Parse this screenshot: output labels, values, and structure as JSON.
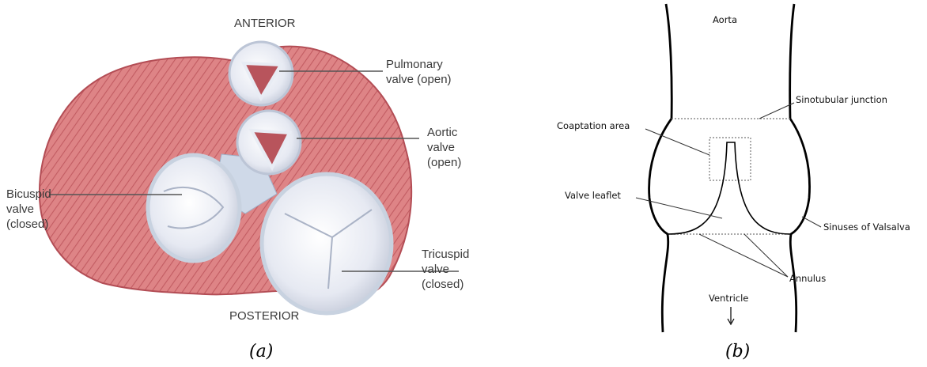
{
  "panel_a": {
    "caption": "(a)",
    "orientation_top": "ANTERIOR",
    "orientation_bottom": "POSTERIOR",
    "labels": {
      "pulmonary": "Pulmonary\nvalve (open)",
      "aortic": "Aortic valve\n(open)",
      "bicuspid": "Bicuspid\nvalve\n(closed)",
      "tricuspid": "Tricuspid\nvalve\n(closed)"
    }
  },
  "panel_b": {
    "caption": "(b)",
    "labels": {
      "aorta": "Aorta",
      "sinotubular": "Sinotubular junction",
      "coaptation": "Coaptation area",
      "leaflet": "Valve leaflet",
      "sinuses": "Sinuses of Valsalva",
      "annulus": "Annulus",
      "ventricle": "Ventricle"
    }
  },
  "colors": {
    "muscle": "#d9787a",
    "muscle_dark": "#b84d55",
    "valve_rim": "#c9d7e3",
    "valve_fill": "#eaedf4",
    "leader": "#555555"
  }
}
